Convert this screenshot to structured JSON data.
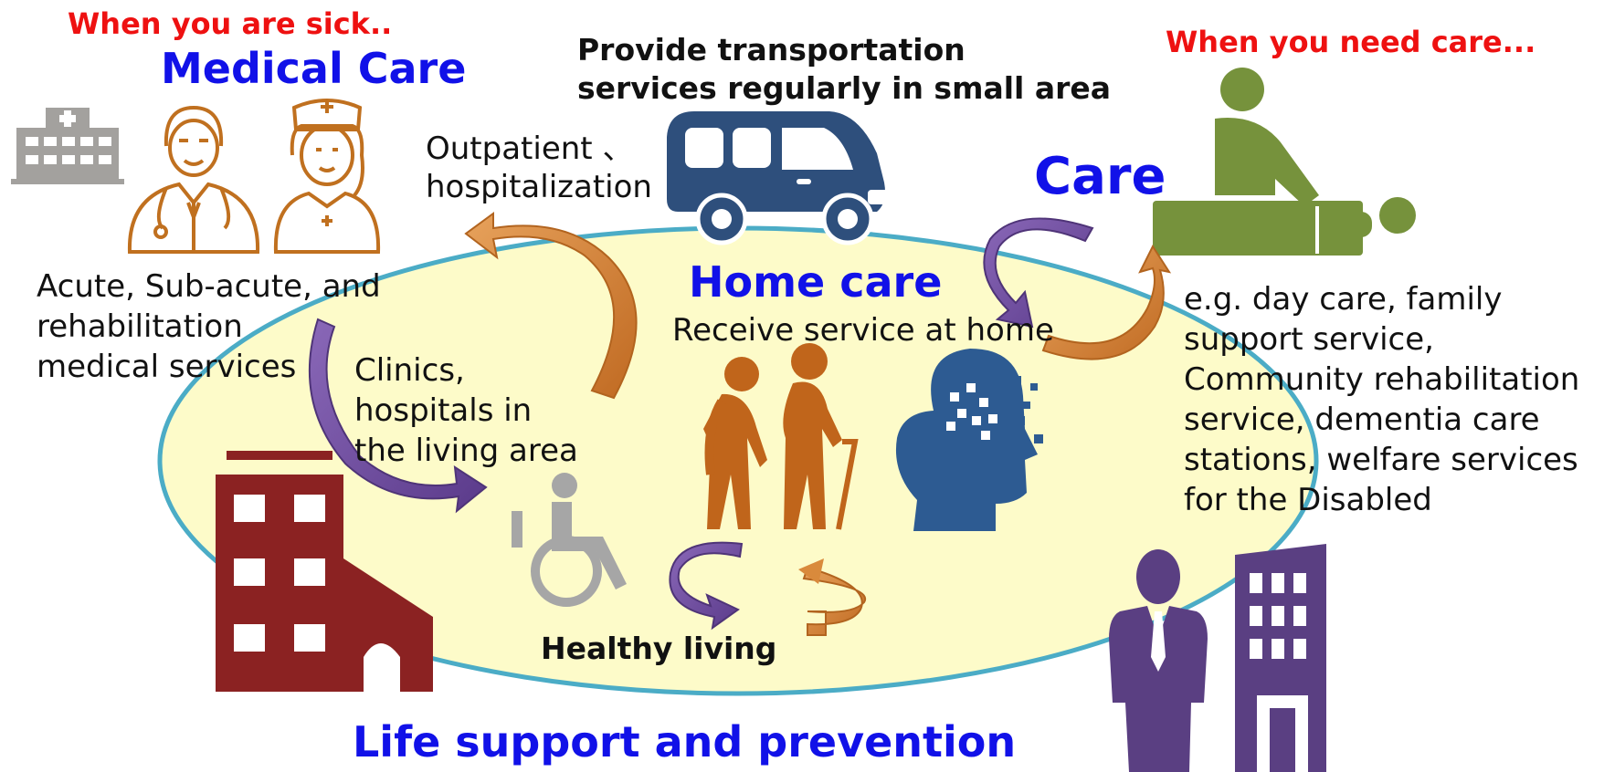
{
  "medical": {
    "when": "When you are sick..",
    "title": "Medical Care",
    "services": "Acute, Sub-acute, and\nrehabilitation\nmedical services"
  },
  "transport": {
    "label": "Provide transportation\nservices regularly in small area",
    "outpatient": "Outpatient 、\nhospitalization"
  },
  "care": {
    "when": "When you need care...",
    "title": "Care",
    "examples": "e.g. day care, family\nsupport service,\nCommunity rehabilitation\nservice, dementia care\nstations, welfare services\nfor the Disabled"
  },
  "home": {
    "title": "Home care",
    "subtitle": "Receive service at home"
  },
  "clinics": "Clinics,\nhospitals in\nthe living area",
  "healthy": "Healthy living",
  "life": "Life support and prevention",
  "colors": {
    "ellipse_fill": "#fdfbc9",
    "ellipse_stroke": "#4bacc6",
    "orange_person": "#c0651b",
    "van": "#2e4f7c",
    "care_green": "#76923c",
    "building_red": "#8b2222",
    "purple": "#5a3f82",
    "grey": "#a6a6a6",
    "head_blue": "#2d5b92",
    "arrow_orange": "#d98a3c",
    "arrow_purple": "#6e4a9e"
  }
}
